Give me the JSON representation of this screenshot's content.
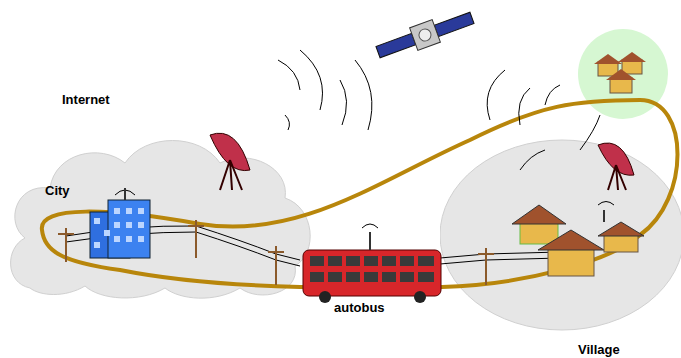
{
  "diagram": {
    "nodes": [
      {
        "text": [
          "Internet",
          "City"
        ]
      },
      {
        "text": [
          "Village"
        ]
      }
    ],
    "labels": [
      "autobus"
    ]
  }
}
